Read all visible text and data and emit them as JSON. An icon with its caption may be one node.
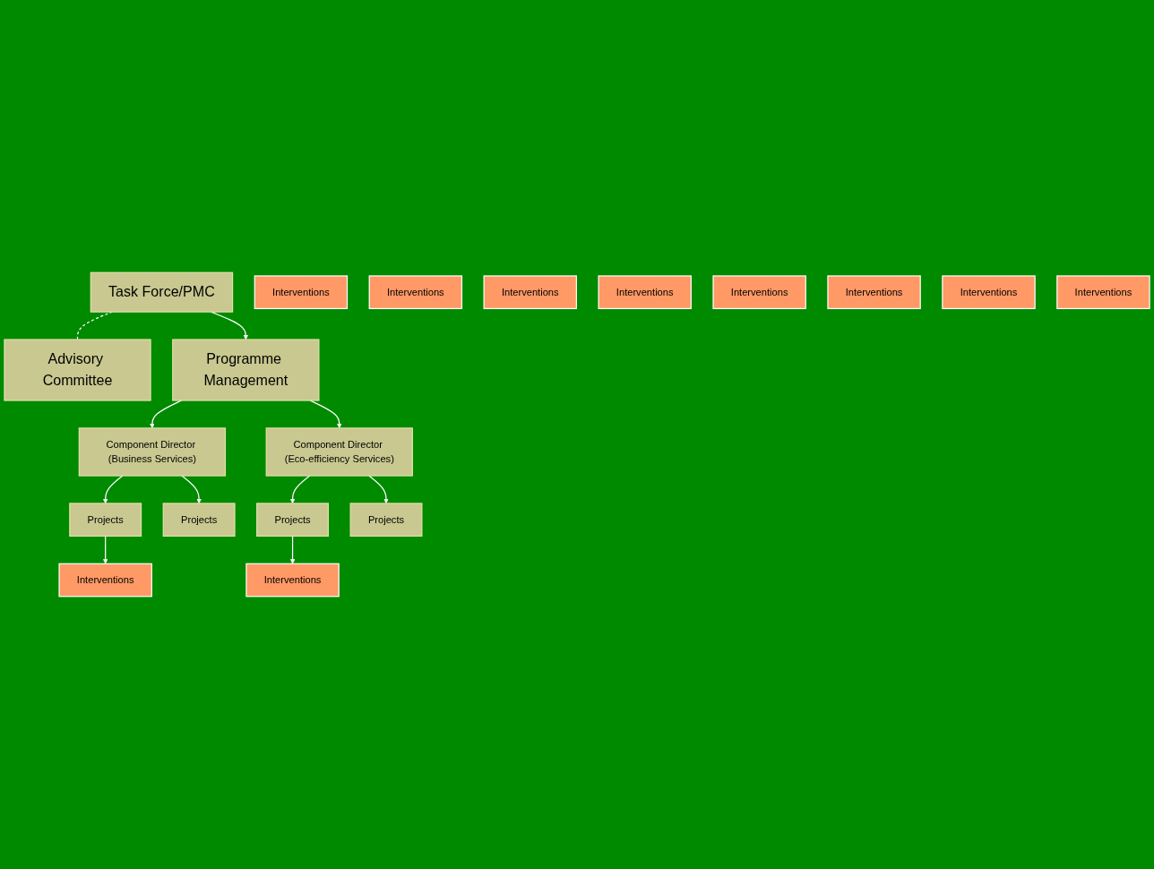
{
  "diagram": {
    "nodes": [
      {
        "text": [
          "Task Force/PMC"
        ]
      },
      {
        "text": [
          "Advisory Committee"
        ]
      },
      {
        "text": [
          "Programme Management"
        ]
      },
      {
        "text": [
          "Component Director (Business Services)"
        ]
      },
      {
        "text": [
          "Component Director (Eco-efficiency Services)"
        ]
      },
      {
        "text": [
          "Projects"
        ]
      },
      {
        "text": [
          "Projects"
        ]
      },
      {
        "text": [
          "Projects"
        ]
      },
      {
        "text": [
          "Projects"
        ]
      },
      {
        "text": [
          "Interventions"
        ]
      },
      {
        "text": [
          "Interventions"
        ]
      },
      {
        "text": [
          "Interventions"
        ]
      },
      {
        "text": [
          "Interventions"
        ]
      },
      {
        "text": [
          "Interventions"
        ]
      },
      {
        "text": [
          "Interventions"
        ]
      },
      {
        "text": [
          "Interventions"
        ]
      },
      {
        "text": [
          "Interventions"
        ]
      },
      {
        "text": [
          "Interventions"
        ]
      },
      {
        "text": [
          "Interventions"
        ]
      }
    ],
    "edges": [
      {
        "from": 0,
        "to": 1,
        "arrow": "none",
        "style": "dashed"
      },
      {
        "from": 0,
        "to": 2,
        "arrow": "to"
      },
      {
        "from": 2,
        "to": 3,
        "arrow": "to"
      },
      {
        "from": 2,
        "to": 4,
        "arrow": "to"
      },
      {
        "from": 3,
        "to": 5,
        "arrow": "to"
      },
      {
        "from": 3,
        "to": 6,
        "arrow": "to"
      },
      {
        "from": 4,
        "to": 7,
        "arrow": "to"
      },
      {
        "from": 4,
        "to": 8,
        "arrow": "to"
      },
      {
        "from": 5,
        "to": 9,
        "arrow": "to"
      },
      {
        "from": 7,
        "to": 14,
        "arrow": "to"
      }
    ]
  }
}
